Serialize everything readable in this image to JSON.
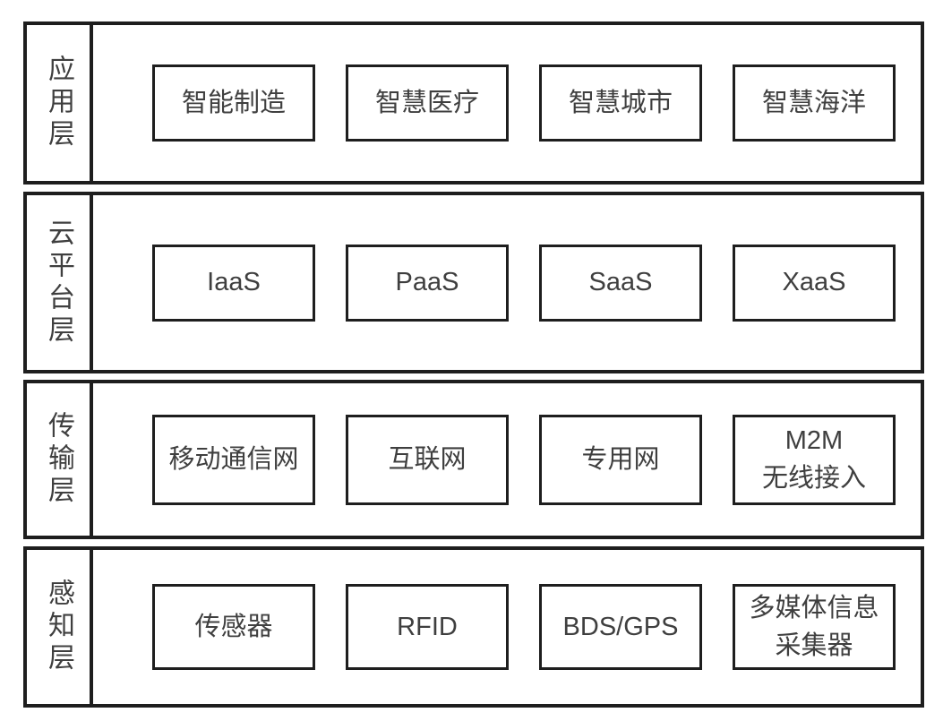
{
  "colors": {
    "line": "#1e1e1e",
    "text": "#3f3f3f",
    "background": "#ffffff"
  },
  "layers": [
    {
      "id": "application-layer",
      "label": "应用层",
      "boxes": [
        {
          "id": "smart-manufacturing",
          "lines": [
            "智能制造"
          ]
        },
        {
          "id": "smart-healthcare",
          "lines": [
            "智慧医疗"
          ]
        },
        {
          "id": "smart-city",
          "lines": [
            "智慧城市"
          ]
        },
        {
          "id": "smart-ocean",
          "lines": [
            "智慧海洋"
          ]
        }
      ]
    },
    {
      "id": "cloud-platform-layer",
      "label": "云平台层",
      "boxes": [
        {
          "id": "iaas",
          "lines": [
            "IaaS"
          ]
        },
        {
          "id": "paas",
          "lines": [
            "PaaS"
          ]
        },
        {
          "id": "saas",
          "lines": [
            "SaaS"
          ]
        },
        {
          "id": "xaas",
          "lines": [
            "XaaS"
          ]
        }
      ]
    },
    {
      "id": "transport-layer",
      "label": "传输层",
      "boxes": [
        {
          "id": "mobile-communication-network",
          "lines": [
            "移动通信网"
          ]
        },
        {
          "id": "internet",
          "lines": [
            "互联网"
          ]
        },
        {
          "id": "private-network",
          "lines": [
            "专用网"
          ]
        },
        {
          "id": "m2m-wireless-access",
          "lines": [
            "M2M",
            "无线接入"
          ]
        }
      ]
    },
    {
      "id": "perception-layer",
      "label": "感知层",
      "boxes": [
        {
          "id": "sensor",
          "lines": [
            "传感器"
          ]
        },
        {
          "id": "rfid",
          "lines": [
            "RFID"
          ]
        },
        {
          "id": "bds-gps",
          "lines": [
            "BDS/GPS"
          ]
        },
        {
          "id": "multimedia-info-collector",
          "lines": [
            "多媒体信息",
            "采集器"
          ]
        }
      ]
    }
  ]
}
